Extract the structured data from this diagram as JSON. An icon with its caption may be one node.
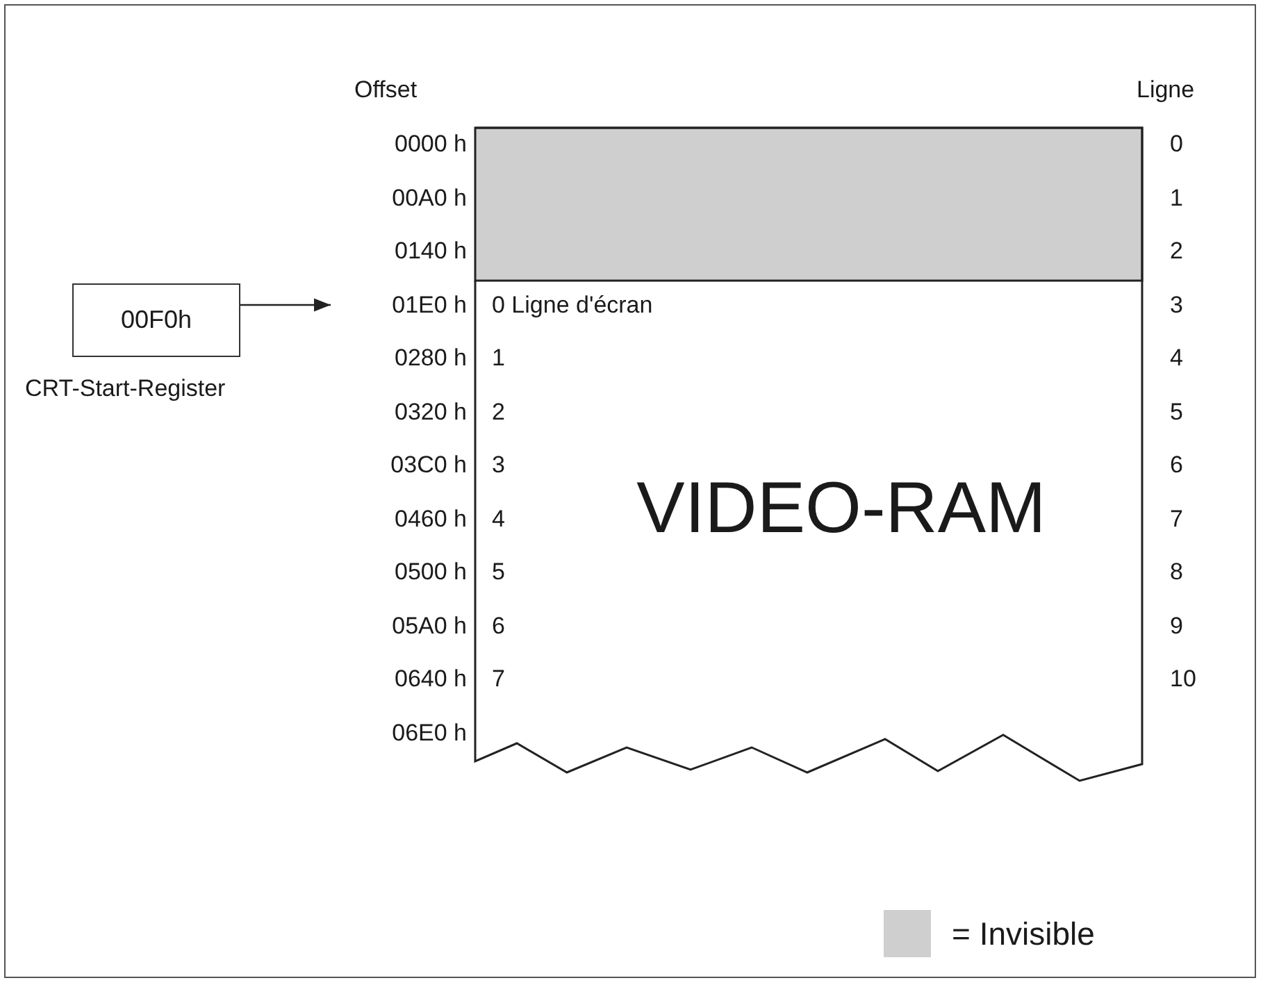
{
  "diagram": {
    "nodes": [
      {
        "text": [
          "00F0h"
        ],
        "beside": [
          "CRT-Start-Register"
        ]
      },
      {
        "text": [
          "01E0 h"
        ]
      },
      {
        "text": [
          "VIDEO-RAM"
        ]
      }
    ],
    "edges": [
      {
        "from": 0,
        "to": 1,
        "arrow": "to"
      }
    ],
    "labels": [
      "Offset",
      "Ligne",
      "0000 h",
      "0",
      "00A0 h",
      "1",
      "0140 h",
      "2",
      "0 Ligne d'écran",
      "3",
      "0280 h",
      "1",
      "4",
      "0320 h",
      "2",
      "5",
      "03C0 h",
      "3",
      "6",
      "0460 h",
      "4",
      "7",
      "0500 h",
      "5",
      "8",
      "05A0 h",
      "6",
      "9",
      "0640 h",
      "7",
      "10",
      "06E0 h"
    ],
    "legend": [
      {
        "text": "= Invisible",
        "color": "#cfcfcf"
      }
    ]
  }
}
